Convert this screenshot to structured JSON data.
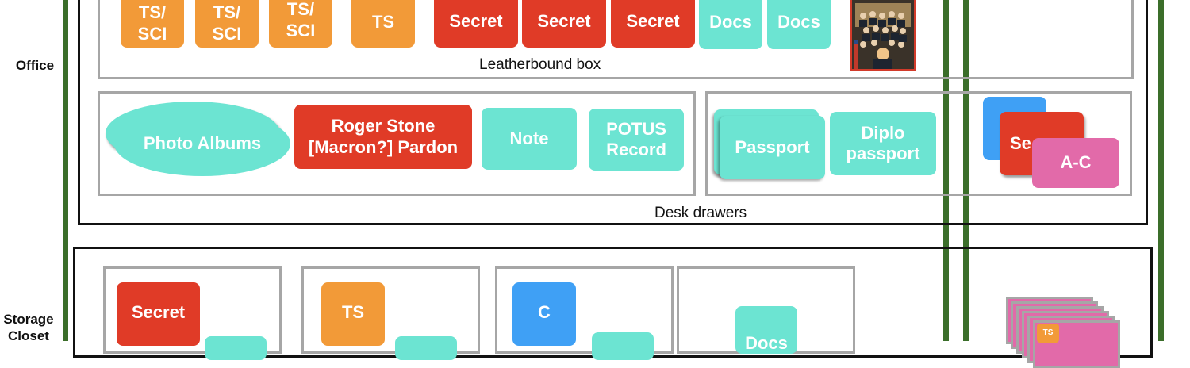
{
  "rows": {
    "office": "Office",
    "storage": "Storage Closet"
  },
  "colors": {
    "top_secret_sci": "#f29a38",
    "secret": "#e03b27",
    "docs": "#6ce4d2",
    "confidential": "#3fa0f5",
    "pink": "#e26aa9",
    "frame": "#111111",
    "group_border": "#a6a6a6",
    "divider": "#3b6e2a"
  },
  "leatherbound": {
    "label": "Leatherbound box",
    "items": [
      "TS/ SCI",
      "TS/ SCI",
      "TS/ SCI",
      "TS",
      "Secret",
      "Secret",
      "Secret",
      "Docs",
      "Docs"
    ]
  },
  "desk": {
    "label": "Desk drawers",
    "photo_albums": "Photo Albums",
    "pardon": "Roger Stone [Macron?] Pardon",
    "note": "Note",
    "potus_record": "POTUS Record",
    "passport": "Passport",
    "diplo_passport": "Diplo passport"
  },
  "side_stack": {
    "secret_partial": "Se",
    "ac": "A-C"
  },
  "storage": {
    "box1": "Secret",
    "box2": "TS",
    "box3": "C",
    "box4": "Docs",
    "stack_badge": "TS"
  }
}
